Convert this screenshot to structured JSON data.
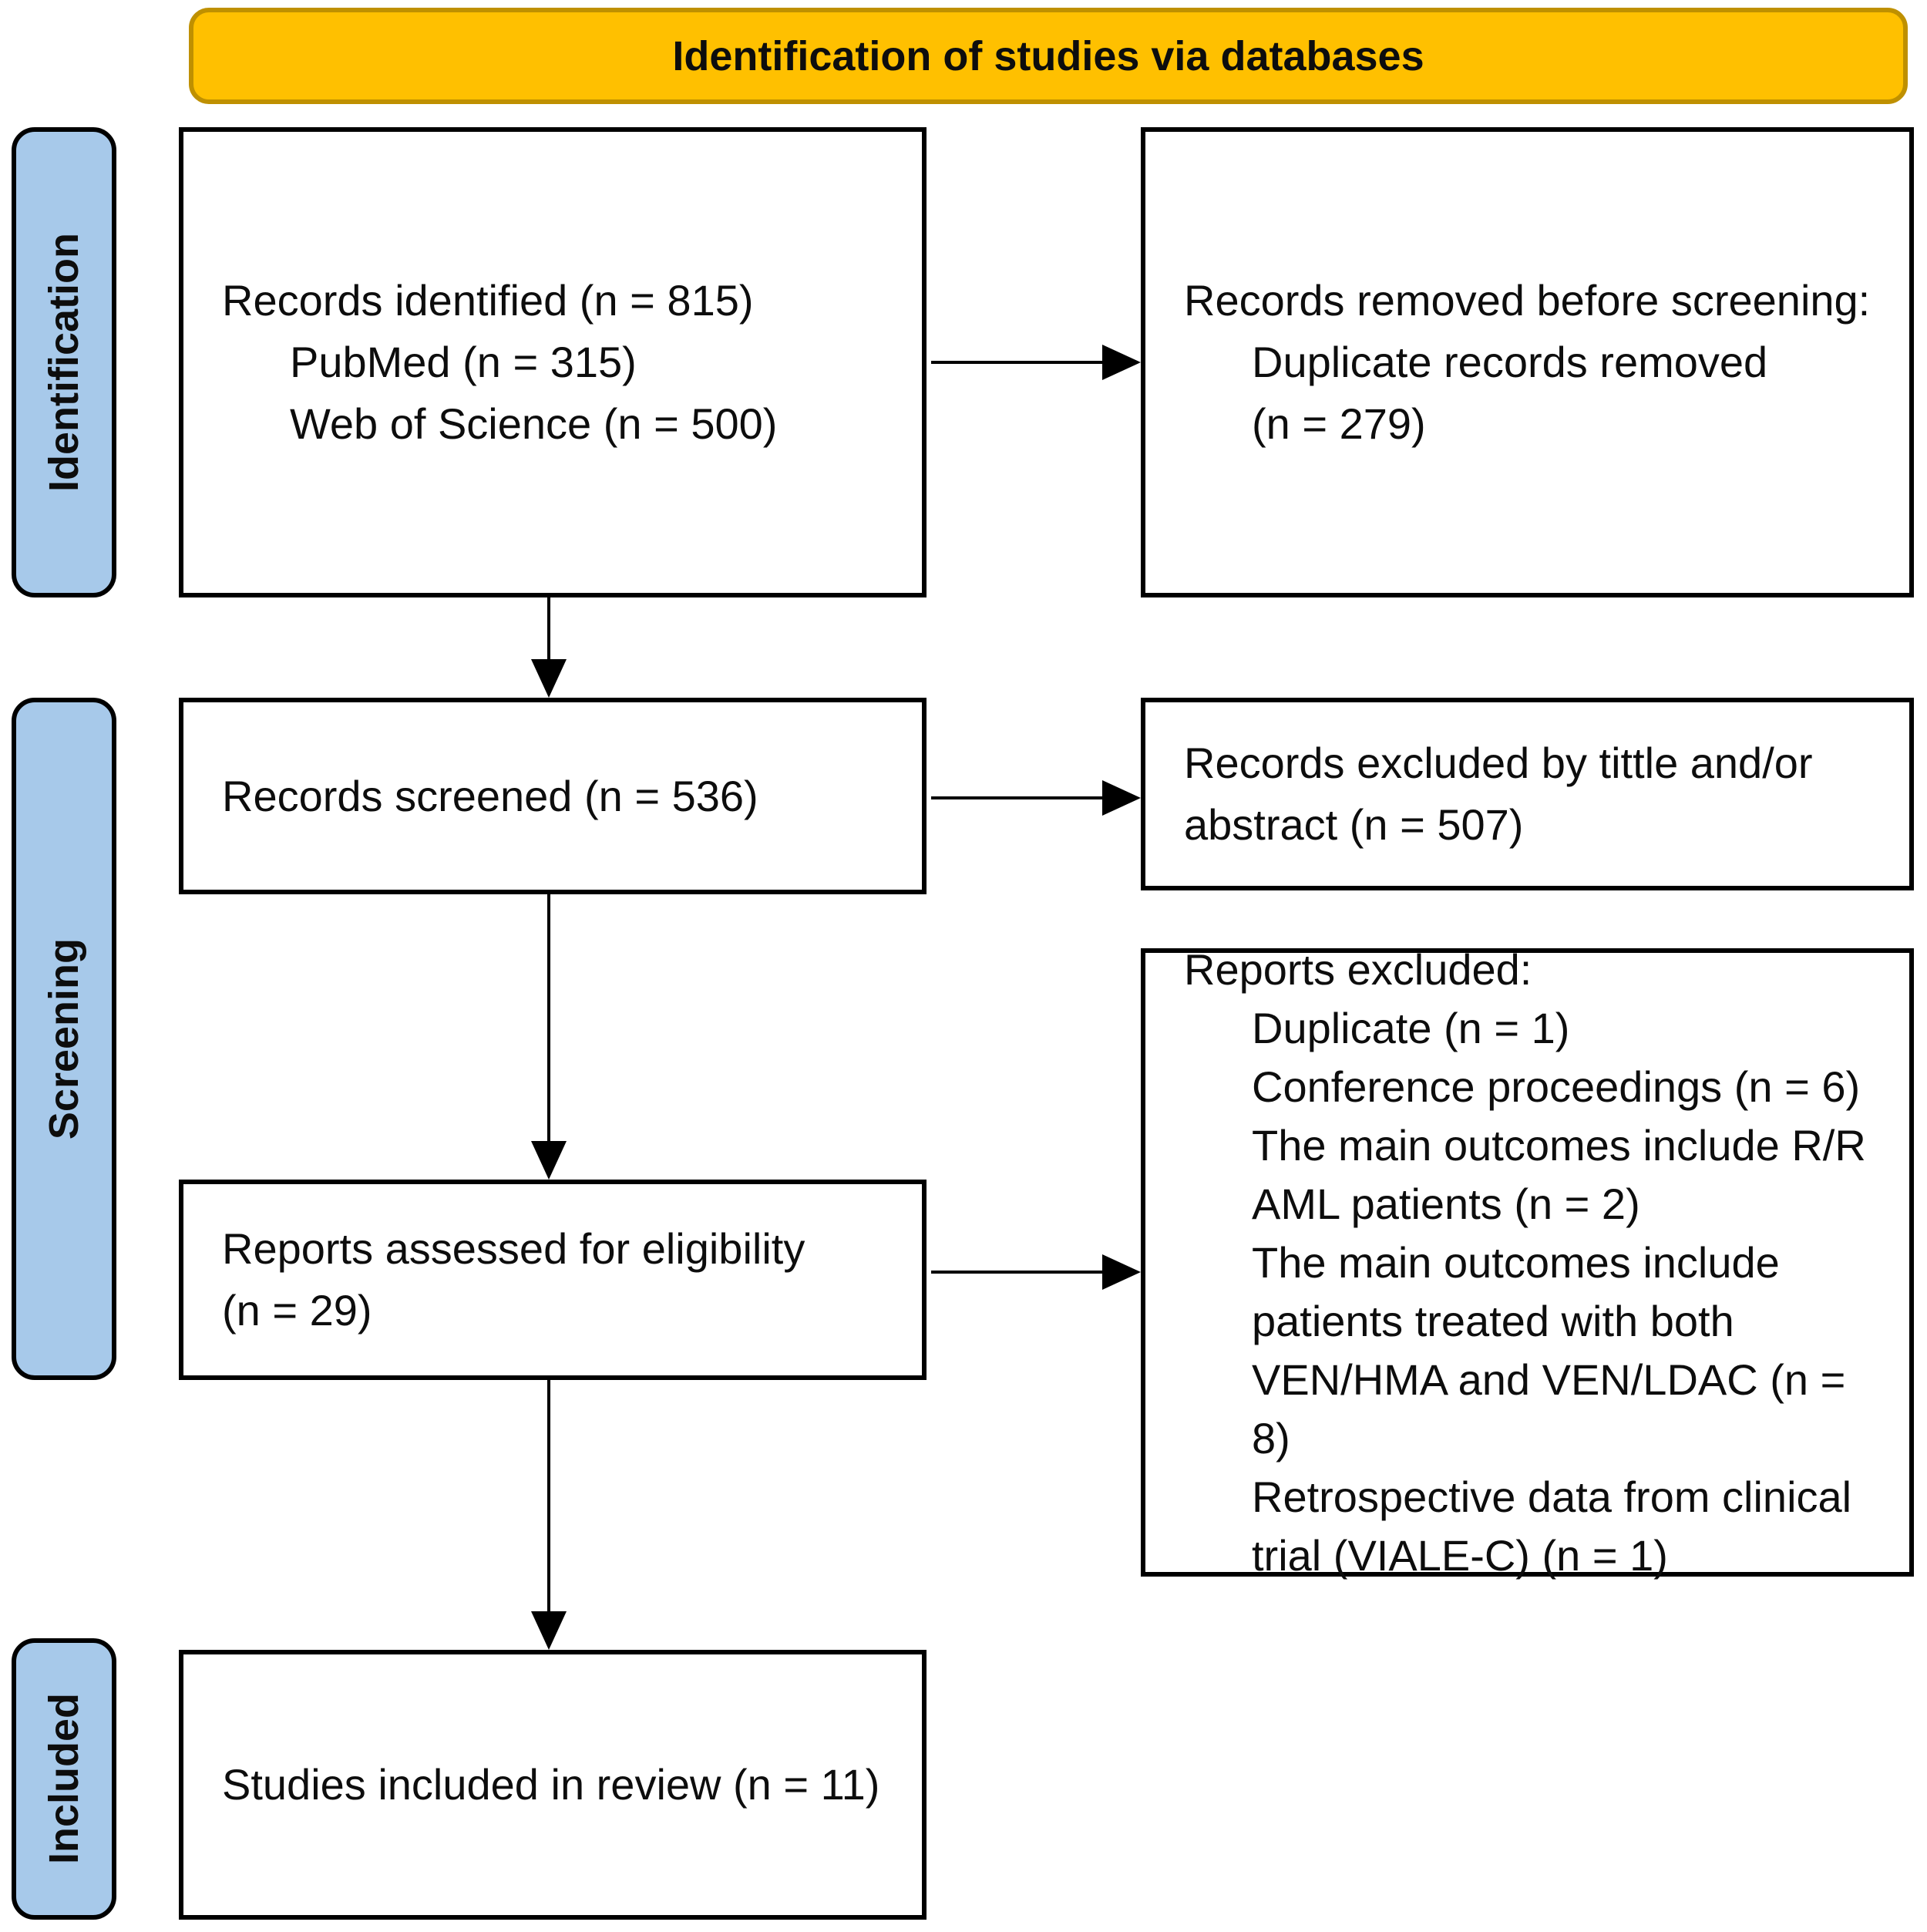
{
  "diagram_title": "PRISMA flow diagram",
  "header": {
    "title": "Identification of studies via databases"
  },
  "stages": {
    "identification": "Identification",
    "screening": "Screening",
    "included": "Included"
  },
  "boxes": {
    "records_identified": {
      "line1": "Records identified (n = 815)",
      "line2": "PubMed (n = 315)",
      "line3": "Web of Science (n = 500)"
    },
    "records_removed": {
      "line1": "Records removed before screening:",
      "line2": "Duplicate records removed",
      "line3": "(n = 279)"
    },
    "records_screened": {
      "line1": "Records screened (n = 536)"
    },
    "records_excluded": {
      "line1": "Records excluded by tittle and/or",
      "line2": "abstract (n = 507)"
    },
    "reports_assessed": {
      "line1": "Reports assessed for eligibility",
      "line2": "(n = 29)"
    },
    "reports_excluded": {
      "title": "Reports excluded:",
      "lines": [
        "Duplicate (n = 1)",
        "Conference proceedings (n = 6)",
        "The main outcomes include R/R",
        "AML patients (n = 2)",
        "The main outcomes include",
        "patients treated with both",
        "VEN/HMA and VEN/LDAC (n = 8)",
        "Retrospective data from clinical",
        "trial (VIALE-C) (n = 1)"
      ]
    },
    "studies_included": {
      "line1": "Studies included in review (n = 11)"
    }
  },
  "colors": {
    "header_fill": "#FFC000",
    "header_border": "#BF9000",
    "stage_fill": "#A7C9EA",
    "box_border": "#000000",
    "text": "#0d0d0d",
    "background": "#FFFFFF"
  }
}
